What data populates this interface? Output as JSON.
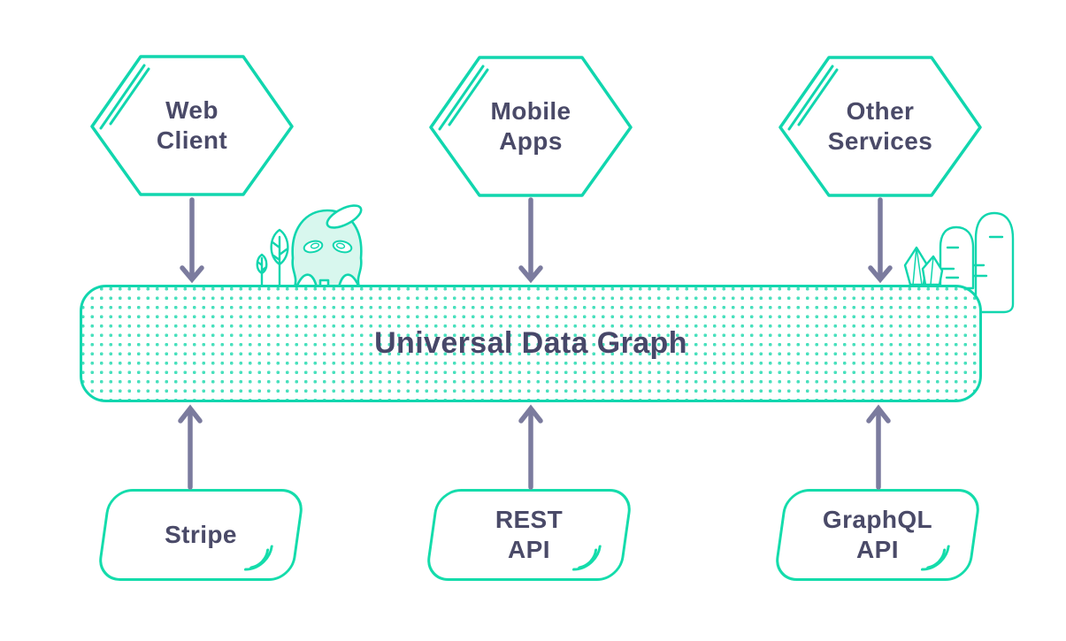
{
  "diagram": {
    "title": "Universal Data Graph"
  },
  "top_nodes": [
    {
      "name": "web-client",
      "line1": "Web",
      "line2": "Client"
    },
    {
      "name": "mobile-apps",
      "line1": "Mobile",
      "line2": "Apps"
    },
    {
      "name": "other-services",
      "line1": "Other",
      "line2": "Services"
    }
  ],
  "bottom_nodes": [
    {
      "name": "stripe",
      "line1": "Stripe",
      "line2": ""
    },
    {
      "name": "rest-api",
      "line1": "REST",
      "line2": "API"
    },
    {
      "name": "graphql-api",
      "line1": "GraphQL",
      "line2": "API"
    }
  ],
  "connections": [
    {
      "from": "Web Client",
      "to": "Universal Data Graph",
      "direction": "down"
    },
    {
      "from": "Mobile Apps",
      "to": "Universal Data Graph",
      "direction": "down"
    },
    {
      "from": "Other Services",
      "to": "Universal Data Graph",
      "direction": "down"
    },
    {
      "from": "Stripe",
      "to": "Universal Data Graph",
      "direction": "up"
    },
    {
      "from": "REST API",
      "to": "Universal Data Graph",
      "direction": "up"
    },
    {
      "from": "GraphQL API",
      "to": "Universal Data Graph",
      "direction": "up"
    }
  ],
  "icons": {
    "left_decoration": [
      "leaf-plant-icon",
      "ghost-mascot-icon"
    ],
    "right_decoration": [
      "cactus-icon",
      "tall-cactus-icon",
      "crystal-cluster-icon"
    ]
  },
  "colors": {
    "outline_teal": "#11d6ae",
    "mascot_fill": "#d8f7ee",
    "dot_pattern": "#49e0bd",
    "text_ink": "#4a4a68",
    "arrow": "#7b7b9e",
    "background": "#ffffff"
  }
}
